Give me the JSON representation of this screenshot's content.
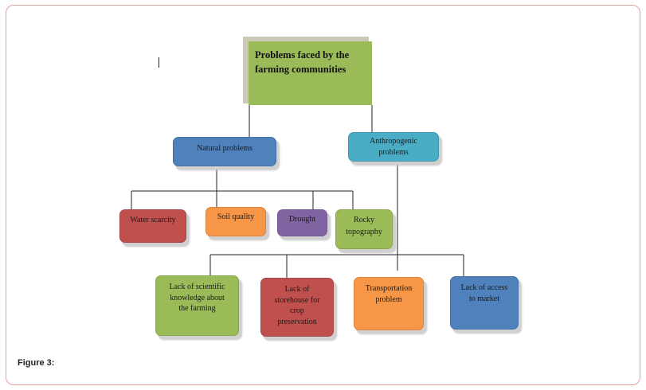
{
  "diagram": {
    "root": {
      "text": "Problems faced by the farming communities"
    },
    "categories": {
      "natural": {
        "text": "Natural problems",
        "children": [
          "Water scarcity",
          "Soil quality",
          "Drought",
          "Rocky topography"
        ]
      },
      "anthropogenic": {
        "text": "Anthropogenic problems",
        "children": [
          "Lack of scientific knowledge about the farming",
          "Lack of storehouse for crop preservation",
          "Transportation problem",
          "Lack of access to market"
        ]
      }
    }
  },
  "caption": "Figure 3:",
  "colors": {
    "root": "#9bbb59",
    "natural_problems": "#4f81bd",
    "anthropogenic_problems": "#4bacc6",
    "water_scarcity": "#c0504d",
    "soil_quality": "#f79646",
    "drought": "#8064a2",
    "rocky_topography": "#9bbb59",
    "lack_of_knowledge": "#9bbb59",
    "lack_of_storehouse": "#c0504d",
    "transportation": "#f79646",
    "market_access": "#4f81bd",
    "frame_border": "#e8a0a0"
  }
}
